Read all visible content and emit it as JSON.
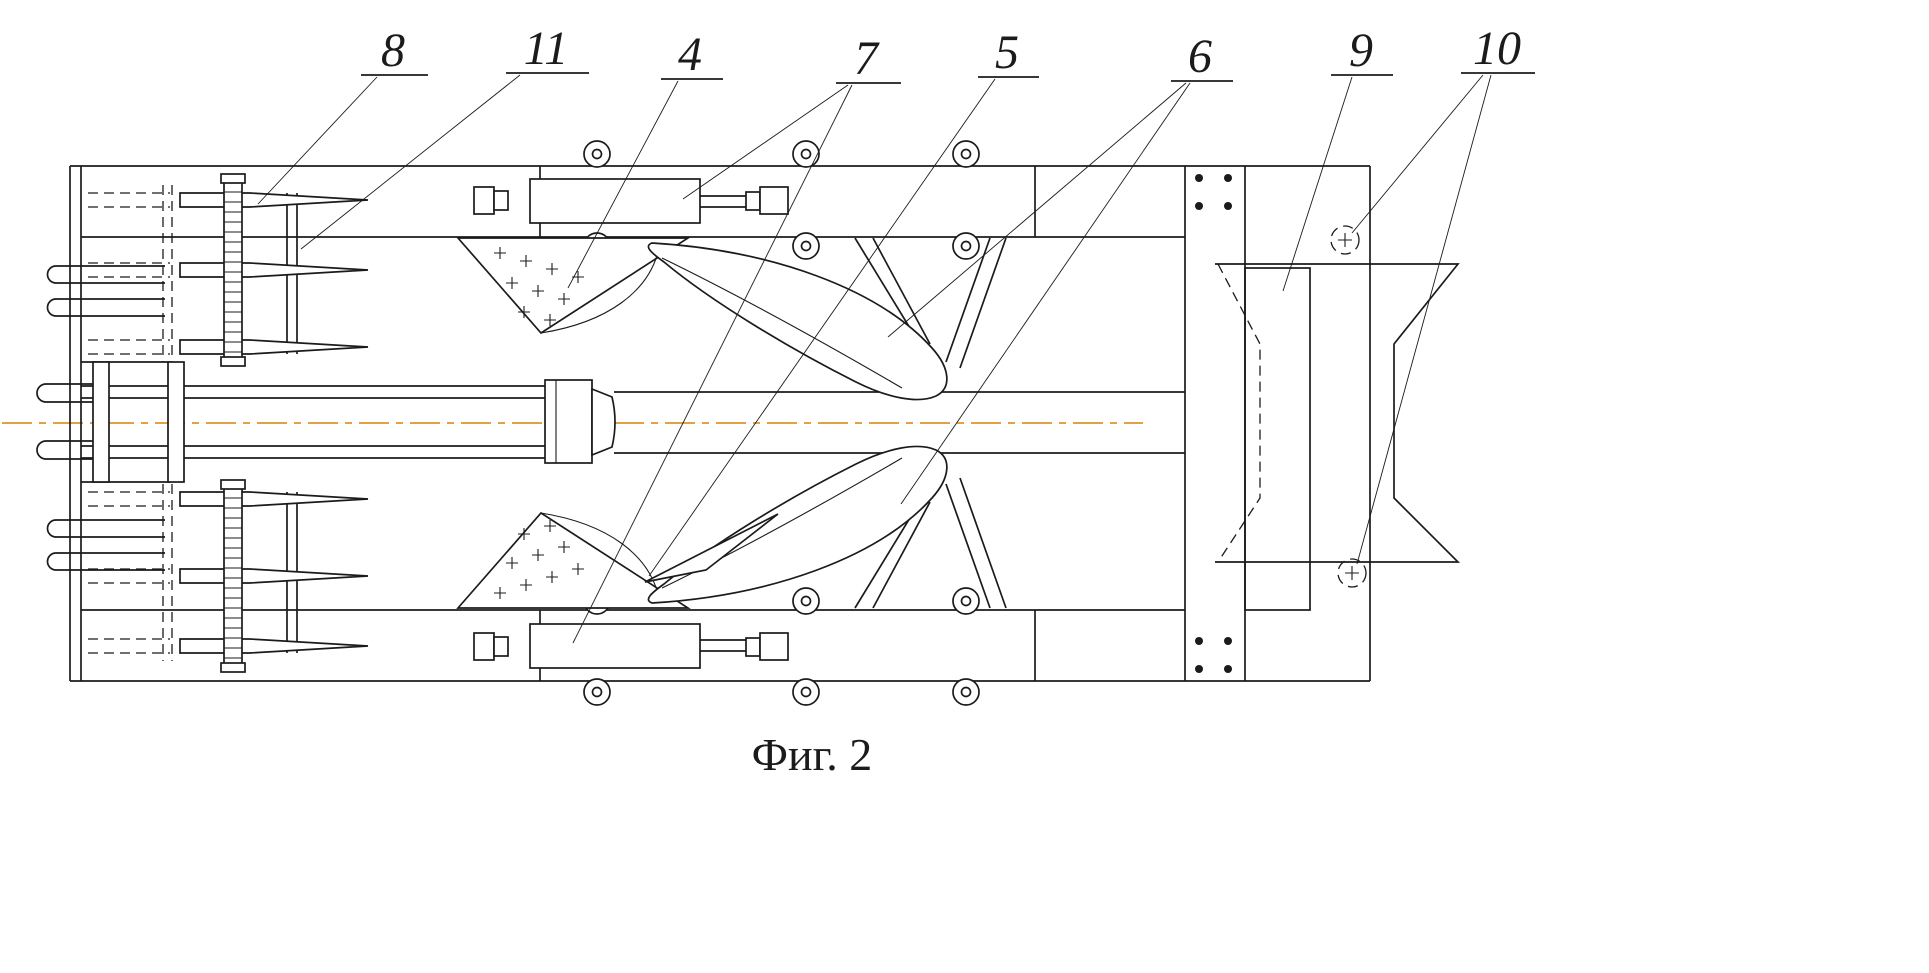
{
  "meta": {
    "type": "patent-figure",
    "colors": {
      "line": "#1b1b1b",
      "centerline": "#e2a145",
      "background": "#ffffff"
    }
  },
  "caption": {
    "text": "Фиг. 2"
  },
  "labels": [
    {
      "text": "8",
      "points_to": "upper spike-tine shaft"
    },
    {
      "text": "11",
      "points_to": "tine carrier bar"
    },
    {
      "text": "4",
      "points_to": "cross-marked share plate"
    },
    {
      "text": "7",
      "points_to": "hydraulic cylinders (upper and lower)"
    },
    {
      "text": "5",
      "points_to": "lower plough body share point"
    },
    {
      "text": "6",
      "points_to": "mouldboard blades (upper and lower)"
    },
    {
      "text": "9",
      "points_to": "rear frame bracket"
    },
    {
      "text": "10",
      "points_to": "rear hitch holes (dashed)"
    }
  ]
}
